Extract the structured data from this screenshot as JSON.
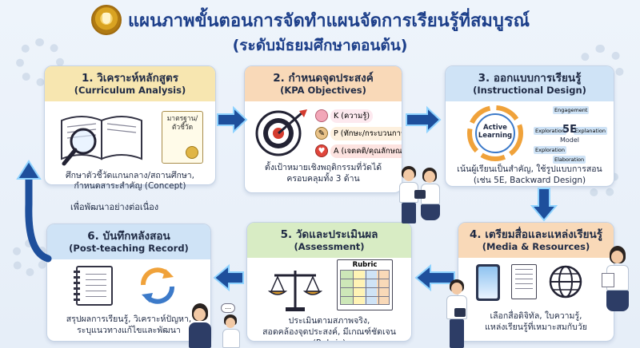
{
  "title": "แผนภาพขั้นตอนการจัดทำแผนจัดการเรียนรู้ที่สมบูรณ์",
  "subtitle": "(ระดับมัธยมศึกษาตอนต้น)",
  "feedback_label": "เพื่อพัฒนาอย่างต่อเนื่อง",
  "colors": {
    "title": "#1d3f8a",
    "arrow": "#1e4f9c",
    "arrow_glow": "#8fd3ff"
  },
  "steps": [
    {
      "title": "1. วิเคราะห์หลักสูตร",
      "subtitle": "(Curriculum Analysis)",
      "icon_label": "มาตรฐาน/ตัวชี้วัด",
      "icon": "book-magnifier-icon",
      "text1": "ศึกษาตัวชี้วัดแกนกลาง/สถานศึกษา,",
      "text2": "กำหนดสาระสำคัญ (Concept)"
    },
    {
      "title": "2. กำหนดจุดประสงค์",
      "subtitle": "(KPA Objectives)",
      "icon": "target-icon",
      "kpa": [
        {
          "label": "K (ความรู้)",
          "icon": "brain-icon"
        },
        {
          "label": "P (ทักษะ/กระบวนการ)",
          "icon": "wrench-icon"
        },
        {
          "label": "A (เจตคติ/คุณลักษณะ)",
          "icon": "heart-icon"
        }
      ],
      "text1": "ตั้งเป้าหมายเชิงพฤติกรรมที่วัดได้",
      "text2": "ครอบคลุมทั้ง 3 ด้าน"
    },
    {
      "title": "3. ออกแบบการเรียนรู้",
      "subtitle": "(Instructional Design)",
      "icon": "cycle-5e-icon",
      "cycle": {
        "center": "Active Learning",
        "model": "5E",
        "model_sub": "Model",
        "stages": [
          "Engagement",
          "Exploration",
          "Explanation",
          "Exploration",
          "Elaboration"
        ]
      },
      "text1": "เน้นผู้เรียนเป็นสำคัญ, ใช้รูปแบบการสอน",
      "text2": "(เช่น 5E, Backward Design)"
    },
    {
      "title": "4. เตรียมสื่อและแหล่งเรียนรู้",
      "subtitle": "(Media & Resources)",
      "icon": "media-icon",
      "text1": "เลือกสื่อดิจิทัล, ใบความรู้,",
      "text2": "แหล่งเรียนรู้ที่เหมาะสมกับวัย"
    },
    {
      "title": "5. วัดและประเมินผล",
      "subtitle": "(Assessment)",
      "icon": "scale-rubric-icon",
      "rubric_label": "Rubric",
      "text1": "ประเมินตามสภาพจริง,",
      "text2": "สอดคล้องจุดประสงค์, มีเกณฑ์ชัดเจน (Rubric)"
    },
    {
      "title": "6. บันทึกหลังสอน",
      "subtitle": "(Post-teaching Record)",
      "icon": "notebook-refresh-icon",
      "text1": "สรุปผลการเรียนรู้, วิเคราะห์ปัญหา,",
      "text2": "ระบุแนวทางแก้ไขและพัฒนา"
    }
  ]
}
